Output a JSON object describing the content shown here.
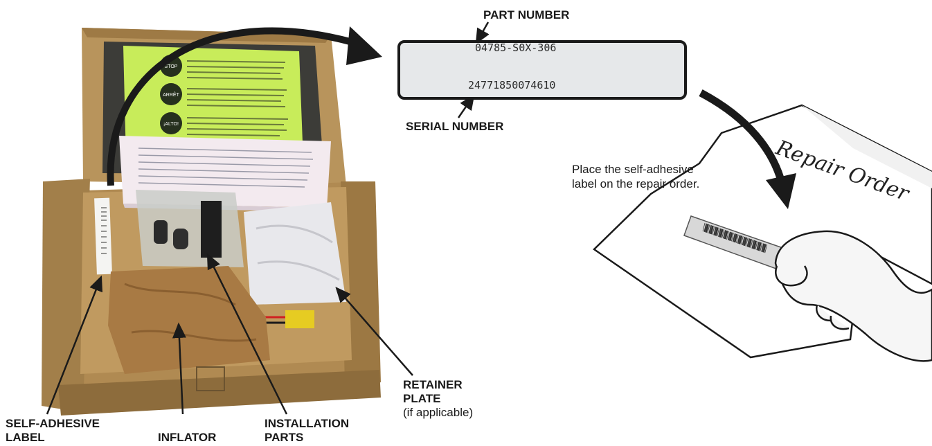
{
  "label_closeup": {
    "part_number_heading": "PART NUMBER",
    "part_number": "04785-S0X-306",
    "serial_number": "24771850074610",
    "serial_number_heading": "SERIAL NUMBER"
  },
  "repair_order": {
    "title": "Repair Order",
    "instruction_line1": "Place the self-adhesive",
    "instruction_line2": "label on the repair order."
  },
  "kit_sheet_headings": [
    "STOP",
    "ARRÊT",
    "¡ALTO!"
  ],
  "callouts": {
    "self_adhesive_label_1": "SELF-ADHESIVE",
    "self_adhesive_label_2": "LABEL",
    "inflator": "INFLATOR",
    "installation_parts_1": "INSTALLATION",
    "installation_parts_2": "PARTS",
    "retainer_plate_1": "RETAINER",
    "retainer_plate_2": "PLATE",
    "retainer_plate_note": "(if applicable)"
  },
  "colors": {
    "box_cardboard": "#b8945c",
    "box_shadow": "#8d6c3c",
    "instruction_sheet": "#c8ec5a",
    "foam": "#3c3c38",
    "stop_sign": "#26301e",
    "ink": "#1a1a1a"
  }
}
